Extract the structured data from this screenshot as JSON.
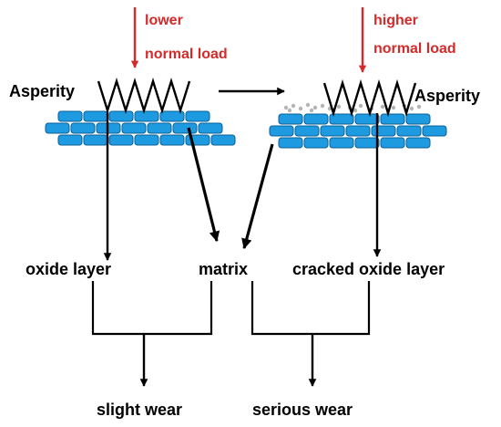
{
  "labels": {
    "lower": "lower",
    "normal_load_left": "normal load",
    "higher": "higher",
    "normal_load_right": "normal load",
    "asperity_left": "Asperity",
    "asperity_right": "Asperity",
    "oxide_layer": "oxide layer",
    "matrix": "matrix",
    "cracked_oxide_layer": "cracked oxide layer",
    "slight_wear": "slight wear",
    "serious_wear": "serious wear"
  },
  "colors": {
    "load_arrow": "#d42a2a",
    "load_text": "#d42a2a",
    "brick_fill": "#1e9be0",
    "brick_stroke": "#0a5f96",
    "debris": "#b4b4b4",
    "line": "#000000"
  }
}
